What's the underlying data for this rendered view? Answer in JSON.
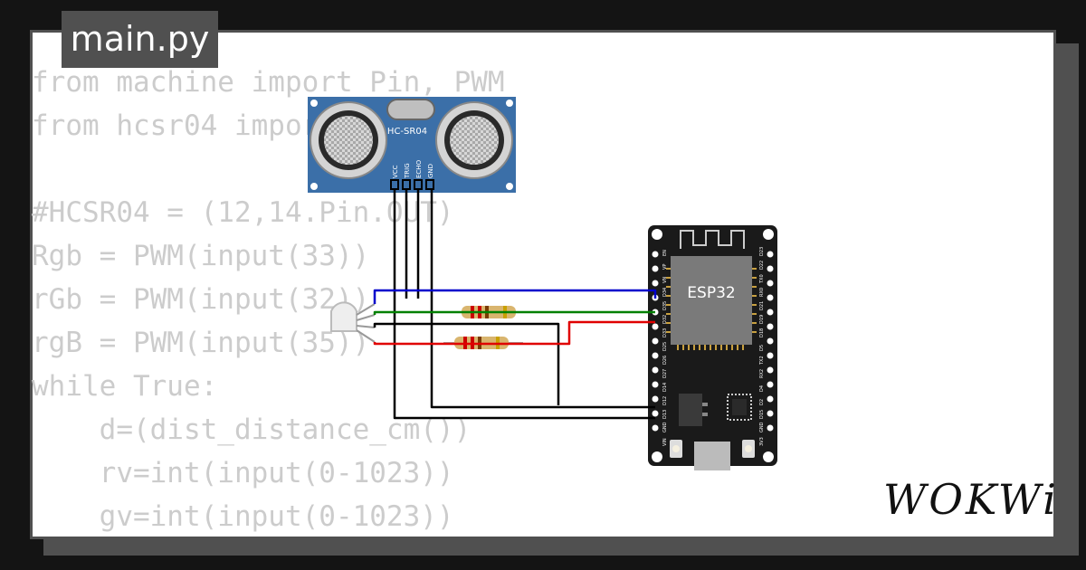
{
  "tab": {
    "filename": "main.py"
  },
  "code_lines": [
    "from machine import Pin, PWM",
    "from hcsr04 import HCSR04",
    "",
    "#HCSR04 = (12,14.Pin.OUT)",
    "Rgb = PWM(input(33))",
    "rGb = PWM(input(32))",
    "rgB = PWM(input(35))",
    "while True:",
    "    d=(dist_distance_cm())",
    "    rv=int(input(0-1023))",
    "    gv=int(input(0-1023))"
  ],
  "sensor": {
    "label": "HC-SR04",
    "pins": [
      "VCC",
      "TRIG",
      "ECHO",
      "GND"
    ]
  },
  "mcu": {
    "label": "ESP32",
    "left_pins": [
      "EN",
      "VP",
      "VN",
      "D34",
      "D35",
      "D32",
      "D33",
      "D25",
      "D26",
      "D27",
      "D14",
      "D12",
      "D13",
      "GND",
      "VIN"
    ],
    "right_pins": [
      "D23",
      "D22",
      "TX0",
      "RX0",
      "D21",
      "D19",
      "D18",
      "D5",
      "TX2",
      "RX2",
      "D4",
      "D2",
      "D15",
      "GND",
      "3V3"
    ]
  },
  "wire_colors": {
    "blue": "#0000cc",
    "green": "#008000",
    "red": "#e00000",
    "black": "#000000"
  },
  "logo": {
    "text": "WOKWi"
  }
}
